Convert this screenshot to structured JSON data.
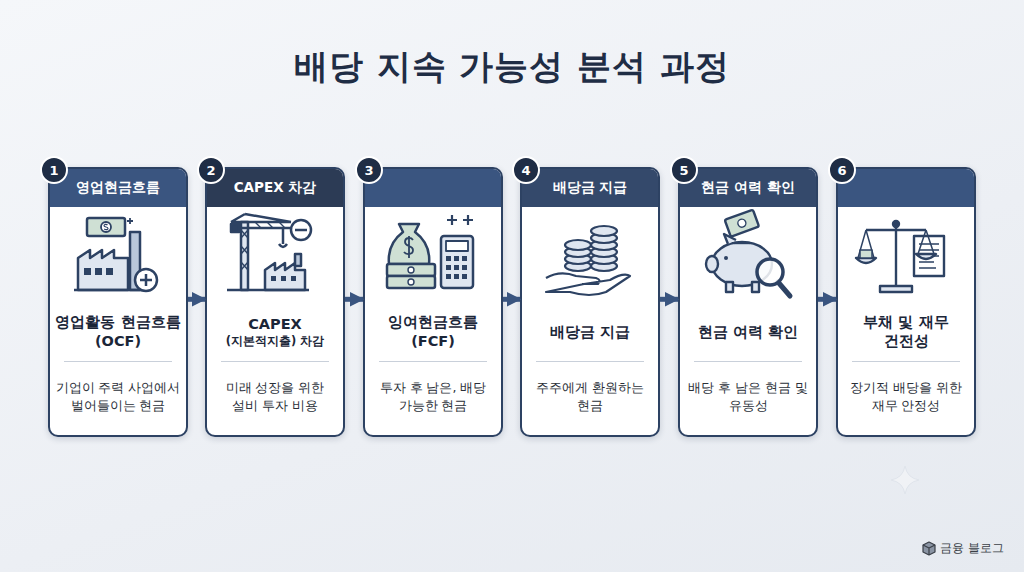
{
  "diagram": {
    "title": "배당 지속 가능성 분석 과정",
    "nodes": [
      {
        "text": [
          "영업현금흐름",
          "영업활동 현금흐름 (OCF)",
          "기업이 주력 사업에서 벌어들이는 현금"
        ]
      },
      {
        "text": [
          "1"
        ],
        "in": 0
      },
      {
        "text": [
          "CAPEX 차감",
          "CAPEX",
          "(지본적지출) 차감",
          "미래 성장을 위한 설비 투자 비용"
        ]
      },
      {
        "text": [
          "2"
        ],
        "in": 2
      },
      {
        "text": [
          "잉여현금흐름 (FCF)",
          "투자 후 남은, 배당 가능한 현금"
        ]
      },
      {
        "text": [
          "3"
        ],
        "in": 4
      },
      {
        "text": [
          "배당금 지급",
          "배당금 지급",
          "주주에게 환원하는 현금"
        ]
      },
      {
        "text": [
          "4"
        ],
        "in": 6
      },
      {
        "text": [
          "현금 여력 확인",
          "현금 여력 확인",
          "배당 후 남은 현금 및 유동성"
        ]
      },
      {
        "text": [
          "5"
        ],
        "in": 8
      },
      {
        "text": [
          "부채 및 재무 건전성",
          "장기적 배당을 위한 재무 안정성"
        ]
      },
      {
        "text": [
          "6"
        ],
        "in": 10
      }
    ],
    "edges": [
      {
        "from": 0,
        "to": 2,
        "arrow": "to"
      },
      {
        "from": 2,
        "to": 4,
        "arrow": "to"
      },
      {
        "from": 4,
        "to": 6,
        "arrow": "to"
      },
      {
        "from": 6,
        "to": 8,
        "arrow": "to"
      },
      {
        "from": 8,
        "to": 10,
        "arrow": "to"
      }
    ],
    "labels": [
      "금융 블로그"
    ]
  }
}
